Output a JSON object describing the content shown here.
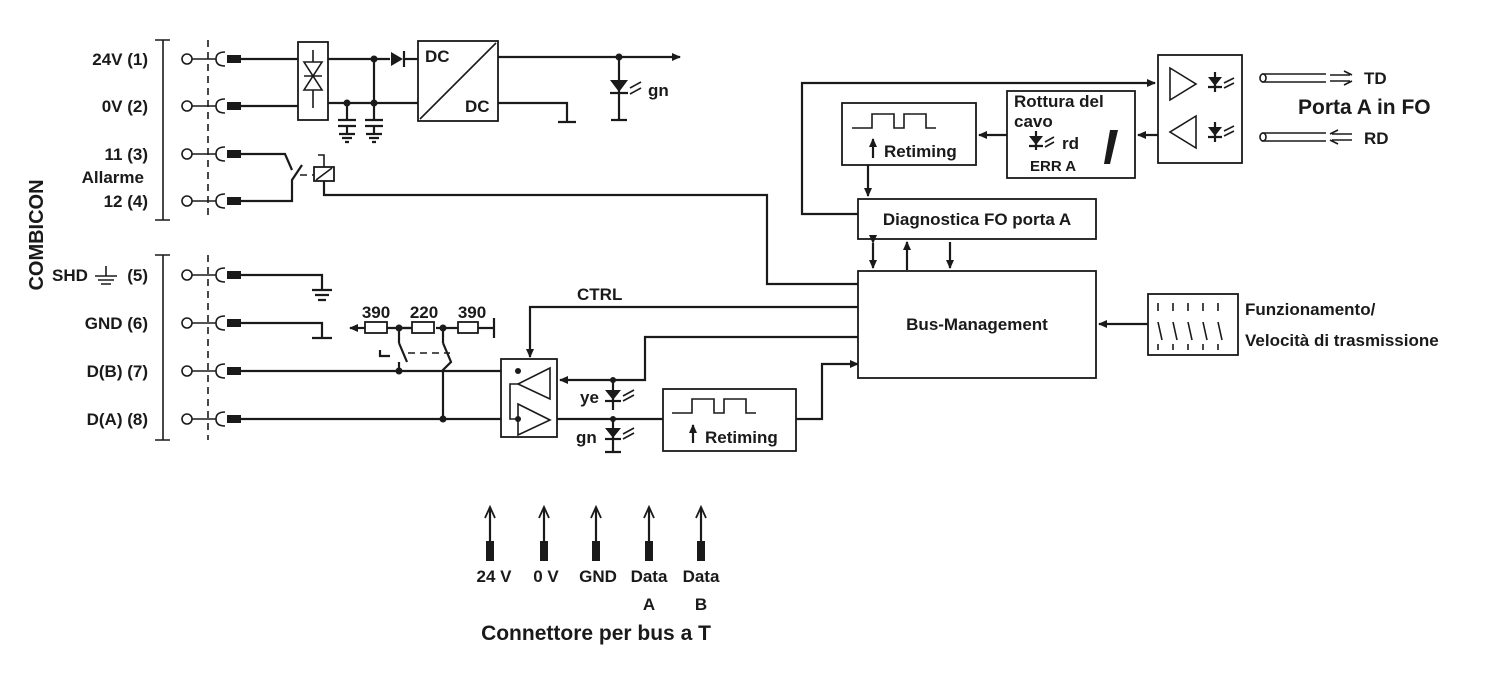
{
  "combicon": "COMBICON",
  "terminals": {
    "t1": "24V (1)",
    "t2": "0V (2)",
    "t3": "11 (3)",
    "alarm": "Allarme",
    "t4": "12 (4)",
    "t5_pre": "SHD",
    "t5_post": "(5)",
    "t6": "GND (6)",
    "t7": "D(B) (7)",
    "t8": "D(A) (8)"
  },
  "power": {
    "dc_top": "DC",
    "dc_bottom": "DC",
    "led_gn": "gn"
  },
  "resistors": [
    "390",
    "220",
    "390"
  ],
  "ctrl": "CTRL",
  "leds": {
    "ye": "ye",
    "gn": "gn"
  },
  "retiming_label": "Retiming",
  "cable_break": {
    "line1": "Rottura del",
    "line2": "cavo",
    "rd": "rd",
    "err": "ERR A"
  },
  "diagnostics": "Diagnostica FO porta A",
  "bus_management": "Bus-Management",
  "fo_port": {
    "title": "Porta A in FO",
    "td": "TD",
    "rd": "RD"
  },
  "switches": {
    "line1": "Funzionamento/",
    "line2": "Velocità di trasmissione"
  },
  "tbus": {
    "pins": [
      {
        "line1": "24 V",
        "line2": ""
      },
      {
        "line1": "0 V",
        "line2": ""
      },
      {
        "line1": "GND",
        "line2": ""
      },
      {
        "line1": "Data",
        "line2": "A"
      },
      {
        "line1": "Data",
        "line2": "B"
      }
    ],
    "title": "Connettore per bus a T"
  }
}
